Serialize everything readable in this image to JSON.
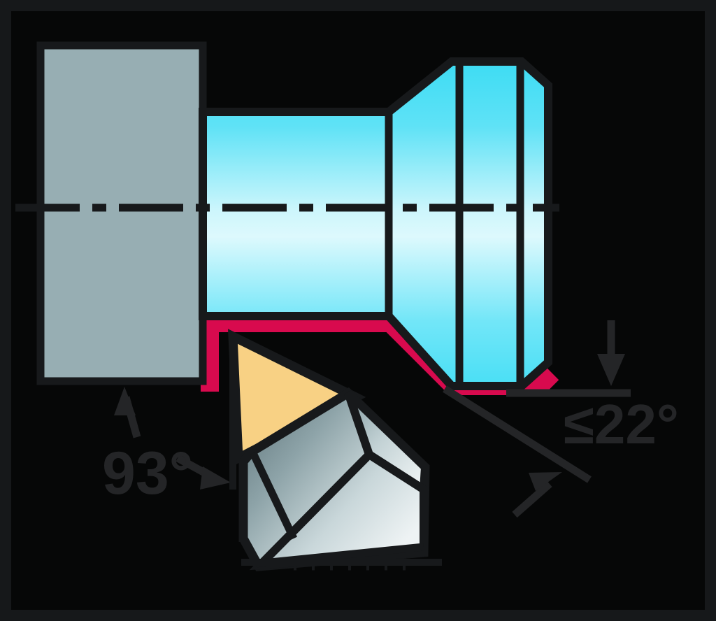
{
  "figure": {
    "title": "Lathe turning operation geometry",
    "background_color": "#060707",
    "frame_color": "#16181a"
  },
  "annotations": {
    "lead_angle": {
      "label": "93°",
      "text_color": "#242527",
      "description": "tool lead angle"
    },
    "back_turning_angle": {
      "label": "≤22°",
      "text_color": "#242527",
      "description": "maximum back turning angle"
    }
  },
  "parts": {
    "chuck": {
      "name": "chuck-jaw",
      "fill": "#97aeb3",
      "outline": "#17191b"
    },
    "workpiece": {
      "name": "workpiece",
      "fill_top": "#4fe0f5",
      "fill_mid": "#d9f8fd",
      "fill_bottom": "#5ce3f7",
      "outline": "#17191b"
    },
    "toolpath": {
      "name": "tool-path",
      "color": "#d80a4e"
    },
    "insert": {
      "name": "cutting-insert",
      "fill": "#f8d184",
      "outline": "#17191b"
    },
    "tool_holder": {
      "name": "tool-holder",
      "fill_dark": "#6e8489",
      "fill_light": "#eef3f4",
      "outline": "#17191b"
    },
    "centerline": {
      "name": "center-axis",
      "color": "#17191b",
      "style": "dash-dot"
    }
  }
}
